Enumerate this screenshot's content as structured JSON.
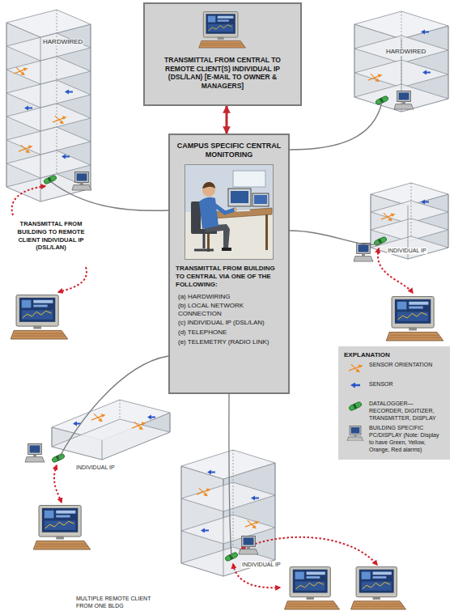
{
  "diagram": {
    "nodes": [
      {
        "text": [
          "HARDWIRED"
        ]
      },
      {
        "text": [
          "TRANSMITTAL FROM CENTRAL TO REMOTE CLIENT(S) INDIVIDUAL IP (DSL/LAN) [E-MAIL TO OWNER & MANAGERS]"
        ]
      },
      {
        "text": [
          "HARDWIRED"
        ]
      },
      {
        "text": [
          "CAMPUS SPECIFIC CENTRAL MONITORING",
          "TRANSMITTAL FROM BUILDING TO CENTRAL VIA ONE OF THE FOLLOWING:",
          "(a) HARDWIRING",
          "(b) LOCAL NETWORK CONNECTION",
          "(c) INDIVIDUAL IP (DSL/LAN)",
          "(d) TELEPHONE",
          "(e) TELEMETRY (RADIO LINK)"
        ]
      },
      {
        "text": [
          "INDIVIDUAL IP"
        ]
      },
      {
        "text": [
          "INDIVIDUAL IP"
        ]
      },
      {
        "text": [
          "INDIVIDUAL IP"
        ]
      }
    ],
    "edges": [
      {
        "from": 1,
        "to": 3,
        "arrow": "both"
      },
      {
        "from": 3,
        "to": 0,
        "arrow": "none"
      },
      {
        "from": 3,
        "to": 2,
        "arrow": "none"
      },
      {
        "from": 3,
        "to": 4,
        "arrow": "none"
      },
      {
        "from": 3,
        "to": 5,
        "arrow": "none"
      },
      {
        "from": 3,
        "to": 6,
        "arrow": "none"
      }
    ],
    "labels": [
      "TRANSMITTAL FROM BUILDING TO REMOTE CLIENT INDIVIDUAL IP (DSL/LAN)",
      "EXPLANATION",
      "MULTIPLE REMOTE CLIENT FROM ONE BLDG"
    ],
    "legend": [
      {
        "text": "SENSOR ORIENTATION"
      },
      {
        "text": "SENSOR"
      },
      {
        "text": "DATALOGGER— RECORDER, DIGITIZER, TRANSMITTER, DISPLAY"
      },
      {
        "text": "BUILDING SPECIFIC PC/DISPLAY (Note: Display to have Green, Yellow, Orange, Red alarms)"
      }
    ]
  }
}
